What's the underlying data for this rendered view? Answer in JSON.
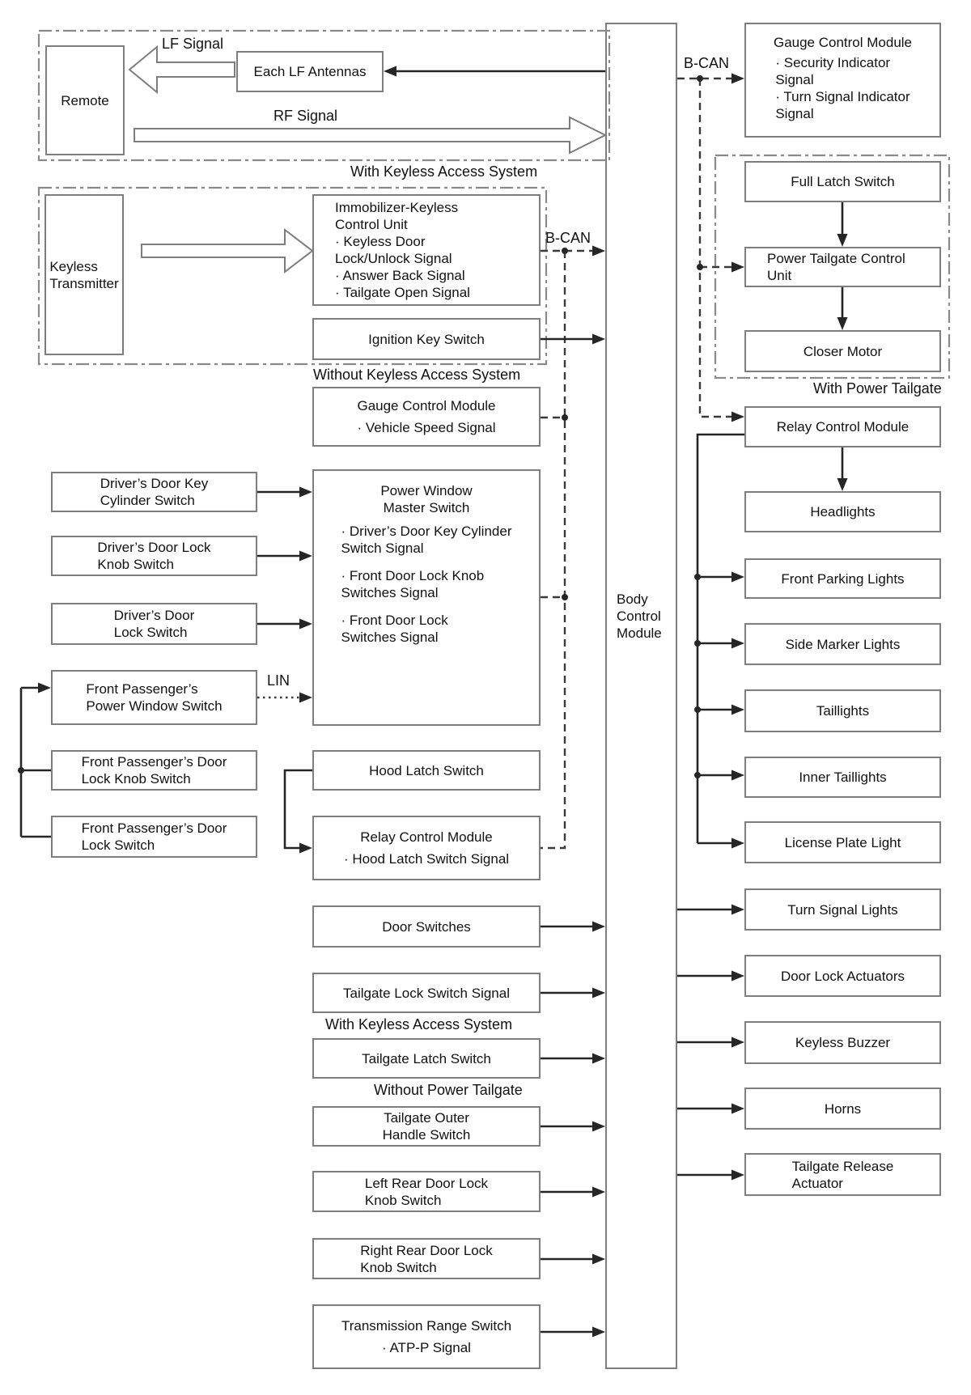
{
  "colors": {
    "bg": "#ffffff",
    "boxborder": "#7e7e7e",
    "solid": "#262626",
    "dashl": "#3a3a3a",
    "region": "#8a8a8a",
    "txt": "#111111"
  },
  "nodes": [
    {
      "id": "remote",
      "lines": [
        "Remote"
      ]
    },
    {
      "id": "each-lf-antennas",
      "lines": [
        "Each LF Antennas"
      ]
    },
    {
      "id": "keyless-transmitter",
      "lines": [
        "Keyless",
        "Transmitter"
      ]
    },
    {
      "id": "immobilizer-keyless-control-unit",
      "lines": [
        "Immobilizer-Keyless",
        "Control Unit",
        "· Keyless Door",
        "Lock/Unlock Signal",
        "· Answer Back Signal",
        "· Tailgate Open Signal"
      ]
    },
    {
      "id": "ignition-key-switch",
      "lines": [
        "Ignition Key Switch"
      ]
    },
    {
      "id": "gauge-control-module-vehicle-speed",
      "lines": [
        "Gauge Control Module",
        "· Vehicle Speed Signal"
      ]
    },
    {
      "id": "drivers-door-key-cylinder-switch",
      "lines": [
        "Driver’s Door Key",
        "Cylinder Switch"
      ]
    },
    {
      "id": "drivers-door-lock-knob-switch",
      "lines": [
        "Driver’s Door Lock",
        "Knob Switch"
      ]
    },
    {
      "id": "drivers-door-lock-switch",
      "lines": [
        "Driver’s Door",
        "Lock Switch"
      ]
    },
    {
      "id": "power-window-master-switch",
      "lines": [
        "Power Window",
        "Master Switch",
        "· Driver’s Door Key Cylinder",
        "Switch Signal",
        "",
        "· Front Door Lock Knob",
        "Switches Signal",
        "",
        "· Front Door Lock",
        "Switches Signal"
      ]
    },
    {
      "id": "front-passengers-power-window-switch",
      "lines": [
        "Front Passenger’s",
        "Power Window Switch"
      ]
    },
    {
      "id": "front-passengers-door-lock-knob-switch",
      "lines": [
        "Front Passenger’s Door",
        "Lock Knob Switch"
      ]
    },
    {
      "id": "front-passengers-door-lock-switch",
      "lines": [
        "Front Passenger’s Door",
        "Lock Switch"
      ]
    },
    {
      "id": "hood-latch-switch",
      "lines": [
        "Hood Latch Switch"
      ]
    },
    {
      "id": "relay-control-module-hood-latch",
      "lines": [
        "Relay Control Module",
        "· Hood Latch Switch Signal"
      ]
    },
    {
      "id": "door-switches",
      "lines": [
        "Door Switches"
      ]
    },
    {
      "id": "tailgate-lock-switch-signal",
      "lines": [
        "Tailgate Lock Switch Signal"
      ]
    },
    {
      "id": "tailgate-latch-switch",
      "lines": [
        "Tailgate Latch Switch"
      ]
    },
    {
      "id": "tailgate-outer-handle-switch",
      "lines": [
        "Tailgate Outer",
        "Handle Switch"
      ]
    },
    {
      "id": "left-rear-door-lock-knob-switch",
      "lines": [
        "Left Rear Door Lock",
        "Knob Switch"
      ]
    },
    {
      "id": "right-rear-door-lock-knob-switch",
      "lines": [
        "Right Rear Door Lock",
        "Knob Switch"
      ]
    },
    {
      "id": "transmission-range-switch",
      "lines": [
        "Transmission Range Switch",
        "· ATP-P Signal"
      ]
    },
    {
      "id": "body-control-module",
      "lines": [
        "Body",
        "Control",
        "Module"
      ]
    },
    {
      "id": "gauge-control-module-indicators",
      "lines": [
        "Gauge Control Module",
        "· Security Indicator",
        "Signal",
        "· Turn Signal Indicator",
        "Signal"
      ]
    },
    {
      "id": "full-latch-switch",
      "lines": [
        "Full Latch Switch"
      ]
    },
    {
      "id": "power-tailgate-control-unit",
      "lines": [
        "Power Tailgate Control",
        "Unit"
      ]
    },
    {
      "id": "closer-motor",
      "lines": [
        "Closer Motor"
      ]
    },
    {
      "id": "relay-control-module-right",
      "lines": [
        "Relay Control Module"
      ]
    },
    {
      "id": "headlights",
      "lines": [
        "Headlights"
      ]
    },
    {
      "id": "front-parking-lights",
      "lines": [
        "Front Parking Lights"
      ]
    },
    {
      "id": "side-marker-lights",
      "lines": [
        "Side Marker Lights"
      ]
    },
    {
      "id": "taillights",
      "lines": [
        "Taillights"
      ]
    },
    {
      "id": "inner-taillights",
      "lines": [
        "Inner Taillights"
      ]
    },
    {
      "id": "license-plate-light",
      "lines": [
        "License Plate Light"
      ]
    },
    {
      "id": "turn-signal-lights",
      "lines": [
        "Turn Signal Lights"
      ]
    },
    {
      "id": "door-lock-actuators",
      "lines": [
        "Door Lock Actuators"
      ]
    },
    {
      "id": "keyless-buzzer",
      "lines": [
        "Keyless Buzzer"
      ]
    },
    {
      "id": "horns",
      "lines": [
        "Horns"
      ]
    },
    {
      "id": "tailgate-release-actuator",
      "lines": [
        "Tailgate Release",
        "Actuator"
      ]
    }
  ],
  "captions": [
    {
      "id": "with-keyless-access-system-top",
      "text": "With Keyless Access System"
    },
    {
      "id": "without-keyless-access-system",
      "text": "Without Keyless Access System"
    },
    {
      "id": "with-keyless-access-system-mid",
      "text": "With Keyless Access System"
    },
    {
      "id": "without-power-tailgate",
      "text": "Without Power Tailgate"
    },
    {
      "id": "with-power-tailgate",
      "text": "With Power Tailgate"
    }
  ],
  "labels": [
    {
      "id": "lf-signal",
      "text": "LF Signal"
    },
    {
      "id": "rf-signal",
      "text": "RF Signal"
    },
    {
      "id": "b-can-left",
      "text": "B-CAN"
    },
    {
      "id": "b-can-right",
      "text": "B-CAN"
    },
    {
      "id": "lin",
      "text": "LIN"
    }
  ]
}
